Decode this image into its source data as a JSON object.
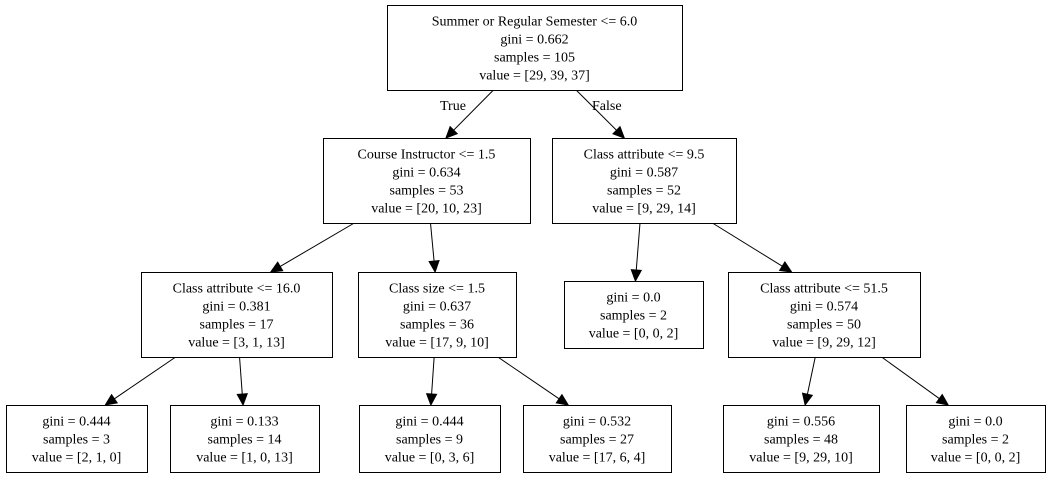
{
  "tree": {
    "nodes": [
      {
        "id": "n0",
        "lines": [
          "Summer or Regular Semester <= 6.0",
          "gini = 0.662",
          "samples = 105",
          "value = [29, 39, 37]"
        ]
      },
      {
        "id": "n1",
        "lines": [
          "Course Instructor <= 1.5",
          "gini = 0.634",
          "samples = 53",
          "value = [20, 10, 23]"
        ]
      },
      {
        "id": "n2",
        "lines": [
          "Class attribute <= 9.5",
          "gini = 0.587",
          "samples = 52",
          "value = [9, 29, 14]"
        ]
      },
      {
        "id": "n3",
        "lines": [
          "Class attribute <= 16.0",
          "gini = 0.381",
          "samples = 17",
          "value = [3, 1, 13]"
        ]
      },
      {
        "id": "n4",
        "lines": [
          "Class size <= 1.5",
          "gini = 0.637",
          "samples = 36",
          "value = [17, 9, 10]"
        ]
      },
      {
        "id": "n5",
        "lines": [
          "gini = 0.0",
          "samples = 2",
          "value = [0, 0, 2]"
        ]
      },
      {
        "id": "n6",
        "lines": [
          "Class attribute <= 51.5",
          "gini = 0.574",
          "samples = 50",
          "value = [9, 29, 12]"
        ]
      },
      {
        "id": "n7",
        "lines": [
          "gini = 0.444",
          "samples = 3",
          "value = [2, 1, 0]"
        ]
      },
      {
        "id": "n8",
        "lines": [
          "gini = 0.133",
          "samples = 14",
          "value = [1, 0, 13]"
        ]
      },
      {
        "id": "n9",
        "lines": [
          "gini = 0.444",
          "samples = 9",
          "value = [0, 3, 6]"
        ]
      },
      {
        "id": "n10",
        "lines": [
          "gini = 0.532",
          "samples = 27",
          "value = [17, 6, 4]"
        ]
      },
      {
        "id": "n11",
        "lines": [
          "gini = 0.556",
          "samples = 48",
          "value = [9, 29, 10]"
        ]
      },
      {
        "id": "n12",
        "lines": [
          "gini = 0.0",
          "samples = 2",
          "value = [0, 0, 2]"
        ]
      }
    ],
    "edges": [
      {
        "from": "n0",
        "to": "n1",
        "label": "True"
      },
      {
        "from": "n0",
        "to": "n2",
        "label": "False"
      },
      {
        "from": "n1",
        "to": "n3",
        "label": ""
      },
      {
        "from": "n1",
        "to": "n4",
        "label": ""
      },
      {
        "from": "n2",
        "to": "n5",
        "label": ""
      },
      {
        "from": "n2",
        "to": "n6",
        "label": ""
      },
      {
        "from": "n3",
        "to": "n7",
        "label": ""
      },
      {
        "from": "n3",
        "to": "n8",
        "label": ""
      },
      {
        "from": "n4",
        "to": "n9",
        "label": ""
      },
      {
        "from": "n4",
        "to": "n10",
        "label": ""
      },
      {
        "from": "n6",
        "to": "n11",
        "label": ""
      },
      {
        "from": "n6",
        "to": "n12",
        "label": ""
      }
    ]
  }
}
